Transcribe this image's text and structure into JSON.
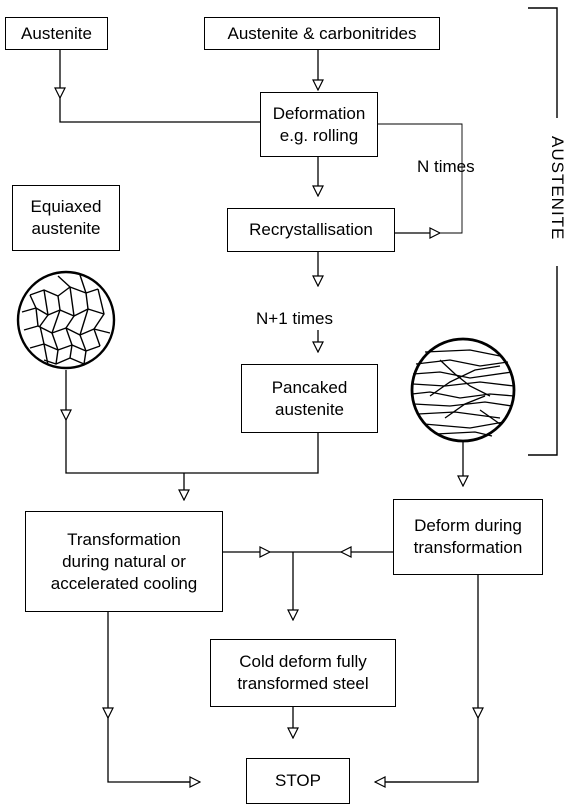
{
  "diagram": {
    "nodes": {
      "austenite": "Austenite",
      "austenite_carbonitrides": "Austenite & carbonitrides",
      "deformation": [
        "Deformation",
        "e.g. rolling"
      ],
      "recrystallisation": "Recrystallisation",
      "equiaxed": [
        "Equiaxed",
        "austenite"
      ],
      "pancaked": [
        "Pancaked",
        "austenite"
      ],
      "transformation": [
        "Transformation",
        "during natural or",
        "accelerated cooling"
      ],
      "deform_during": [
        "Deform during",
        "transformation"
      ],
      "cold_deform": [
        "Cold deform fully",
        "transformed steel"
      ],
      "stop": "STOP"
    },
    "labels": {
      "n_times": "N times",
      "n_plus_1_times": "N+1 times",
      "austenite_bracket": "AUSTENITE"
    },
    "micrographs": {
      "equiaxed": "equiaxed austenite grains micrograph",
      "pancaked": "pancaked austenite grains micrograph"
    },
    "colors": {
      "line": "#000000",
      "background": "#ffffff"
    }
  }
}
